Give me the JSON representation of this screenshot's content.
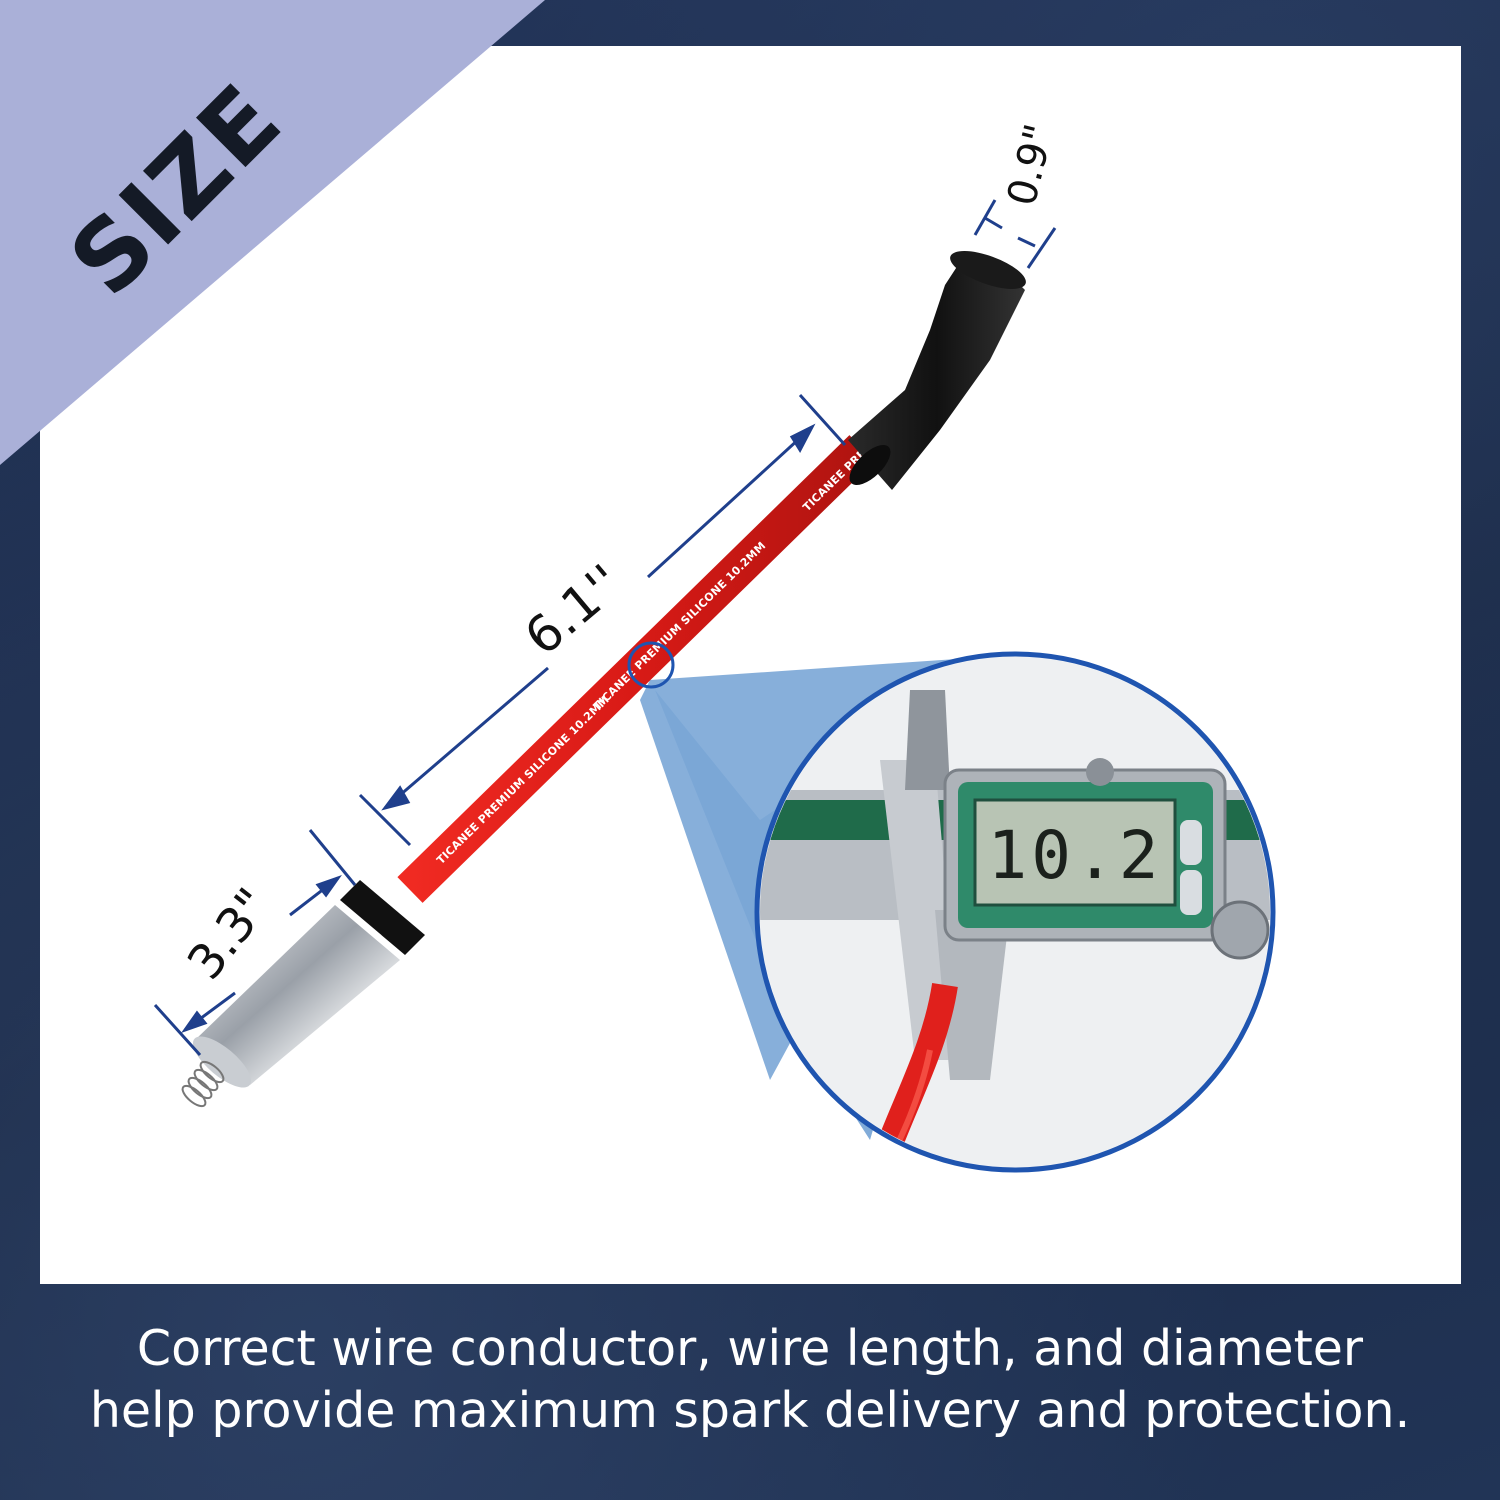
{
  "badge": {
    "label": "SIZE"
  },
  "dimensions": {
    "length": "6.1''",
    "boot": "0.9\"",
    "terminal": "3.3\""
  },
  "wire": {
    "print": "TICANEE PREMIUM SILICONE 10.2MM",
    "print_top": "TICANEE PRE",
    "color": "#e0201c"
  },
  "caliper": {
    "reading": "10.2"
  },
  "caption": {
    "line1": "Correct wire conductor, wire length, and diameter",
    "line2": "help provide maximum spark delivery and protection."
  },
  "colors": {
    "background": "#1e2e4a",
    "badge": "#aab0d8",
    "accent_blue": "#1f55b0",
    "callout_fill": "#7aa6d6"
  }
}
